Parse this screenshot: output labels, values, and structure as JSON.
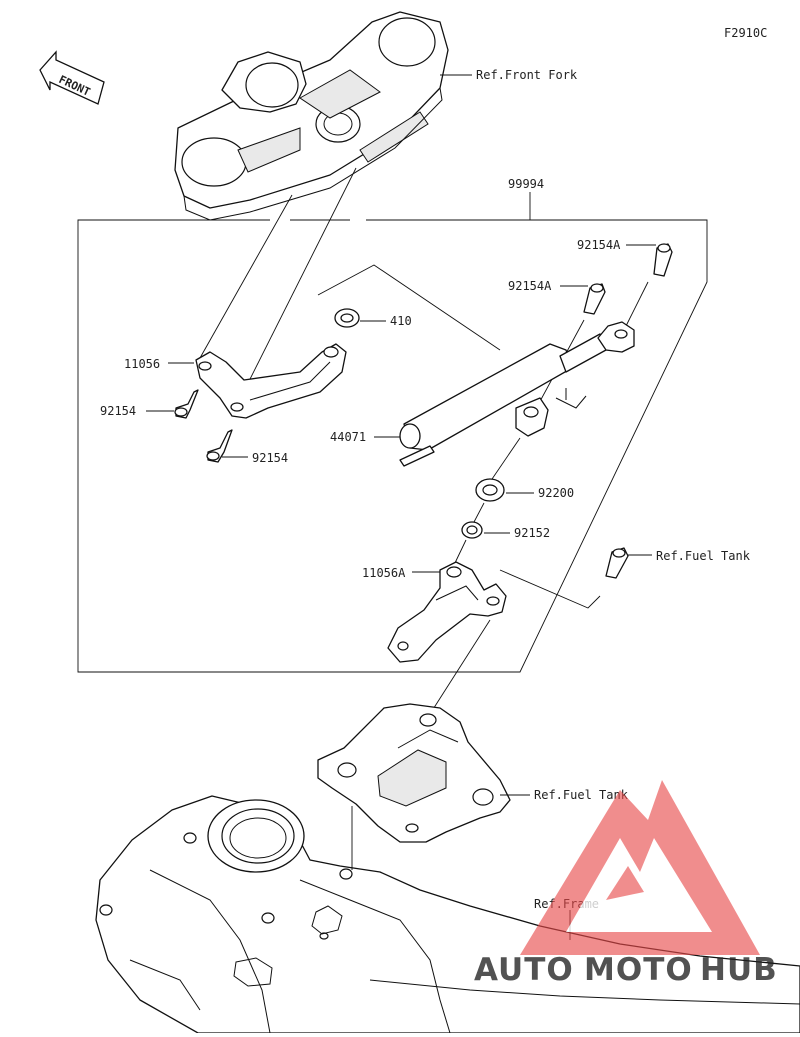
{
  "figure_code": "F2910C",
  "front_label": "FRONT",
  "labels": {
    "ref_front_fork": "Ref.Front Fork",
    "assembly": "99994",
    "bolt_a_top": "92154A",
    "bolt_a_mid": "92154A",
    "washer_410": "410",
    "bracket_11056": "11056",
    "bolt_92154_left": "92154",
    "bolt_92154_bottom": "92154",
    "damper_44071": "44071",
    "washer_92200": "92200",
    "collar_92152": "92152",
    "bracket_11056a": "11056A",
    "ref_fuel_tank_1": "Ref.Fuel Tank",
    "ref_fuel_tank_2": "Ref.Fuel Tank",
    "ref_frame": "Ref.Frame"
  },
  "watermark": {
    "text_auto": "AUTO",
    "text_moto": "MOTO",
    "text_hub": "HUB",
    "color_orange": "#f0b84a",
    "color_red": "#e84a4a",
    "color_dark": "#3a3a3a"
  }
}
